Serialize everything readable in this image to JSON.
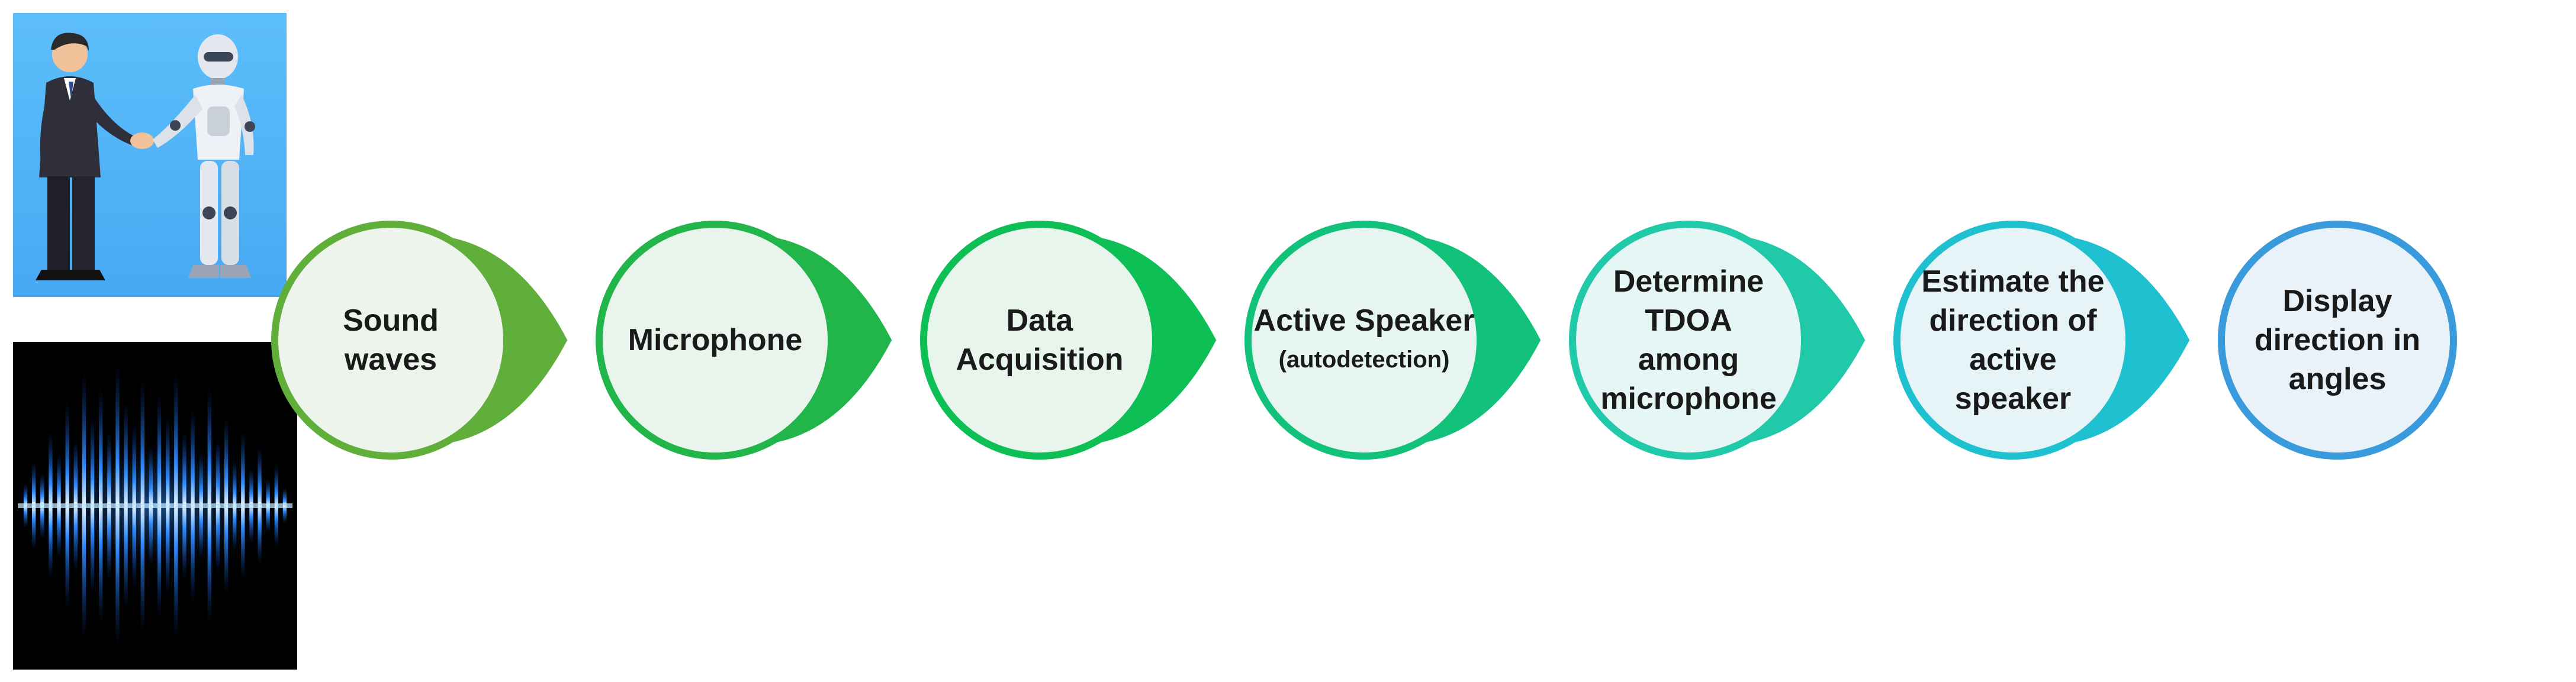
{
  "illustrations": {
    "top": {
      "name": "human-robot-handshake",
      "background": "#4FB3F6"
    },
    "bottom": {
      "name": "sound-wave",
      "background": "#000000",
      "glow": "#2E8CFF"
    }
  },
  "steps": [
    {
      "lines": [
        "Sound",
        "waves"
      ],
      "stroke": "#5FAF3A",
      "fill": "#EDF4EB"
    },
    {
      "lines": [
        "Microphone"
      ],
      "stroke": "#21B54A",
      "fill": "#E9F5EC"
    },
    {
      "lines": [
        "Data",
        "Acquisition"
      ],
      "stroke": "#0DBF55",
      "fill": "#E7F5EC"
    },
    {
      "lines": [
        "Active Speaker",
        "(autodetection)"
      ],
      "stroke": "#12C27A",
      "fill": "#E6F5EF"
    },
    {
      "lines": [
        "Determine",
        "TDOA",
        "among",
        "microphone"
      ],
      "stroke": "#20C9A8",
      "fill": "#E6F6F4"
    },
    {
      "lines": [
        "Estimate the",
        "direction of",
        "active",
        "speaker"
      ],
      "stroke": "#1FC0CF",
      "fill": "#E6F4F7"
    },
    {
      "lines": [
        "Display",
        "direction in",
        "angles"
      ],
      "stroke": "#3A9BDC",
      "fill": "#E9F1F9"
    }
  ]
}
